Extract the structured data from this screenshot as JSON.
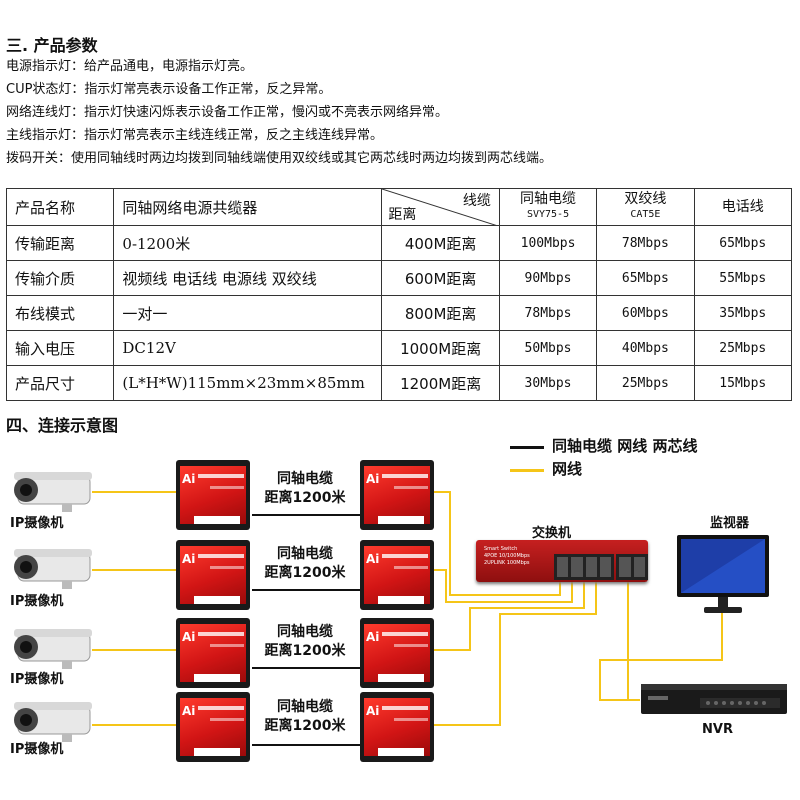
{
  "section3": {
    "title": "三. 产品参数",
    "lines": [
      "电源指示灯：给产品通电，电源指示灯亮。",
      "CUP状态灯：指示灯常亮表示设备工作正常，反之异常。",
      "网络连线灯：指示灯快速闪烁表示设备工作正常，慢闪或不亮表示网络异常。",
      "主线指示灯：指示灯常亮表示主线连线正常，反之主线连线异常。",
      "拨码开关：使用同轴线时两边均拨到同轴线端使用双绞线或其它两芯线时两边均拨到两芯线端。"
    ]
  },
  "table": {
    "rows": [
      {
        "name": "产品名称",
        "value": "同轴网络电源共缆器"
      },
      {
        "name": "传输距离",
        "value": "0-1200米"
      },
      {
        "name": "传输介质",
        "value": "视频线 电话线 电源线 双绞线"
      },
      {
        "name": "布线模式",
        "value": "一对一"
      },
      {
        "name": "输入电压",
        "value": "DC12V"
      },
      {
        "name": "产品尺寸",
        "value": "(L*H*W)115mm×23mm×85mm"
      }
    ],
    "diag_top": "线缆",
    "diag_bottom": "距离",
    "cable_headers": [
      {
        "name": "同轴电缆",
        "sub": "SVY75-5"
      },
      {
        "name": "双绞线",
        "sub": "CAT5E"
      },
      {
        "name": "电话线",
        "sub": ""
      }
    ],
    "speed_rows": [
      {
        "distance": "400M距离",
        "values": [
          "100Mbps",
          "78Mbps",
          "65Mbps"
        ]
      },
      {
        "distance": "600M距离",
        "values": [
          "90Mbps",
          "65Mbps",
          "55Mbps"
        ]
      },
      {
        "distance": "800M距离",
        "values": [
          "78Mbps",
          "60Mbps",
          "35Mbps"
        ]
      },
      {
        "distance": "1000M距离",
        "values": [
          "50Mbps",
          "40Mbps",
          "25Mbps"
        ]
      },
      {
        "distance": "1200M距离",
        "values": [
          "30Mbps",
          "25Mbps",
          "15Mbps"
        ]
      }
    ]
  },
  "section4": {
    "title": "四、连接示意图",
    "legend": [
      {
        "label": "同轴电缆 网线 两芯线",
        "color": "#111111"
      },
      {
        "label": "网线",
        "color": "#f5c518"
      }
    ],
    "camera_label": "IP摄像机",
    "coax_line1": "同轴电缆",
    "coax_line2": "距离1200米",
    "device_brand": "Ai",
    "switch_label": "交换机",
    "switch_text1": "Smart Switch",
    "switch_text2": "4POE 10/100Mbps",
    "switch_text3": "2UPLINK 100Mbps",
    "monitor_label": "监视器",
    "nvr_label": "NVR",
    "colors": {
      "device_red": "#d21515",
      "lan_yellow": "#f5c518",
      "coax_black": "#111111"
    }
  }
}
